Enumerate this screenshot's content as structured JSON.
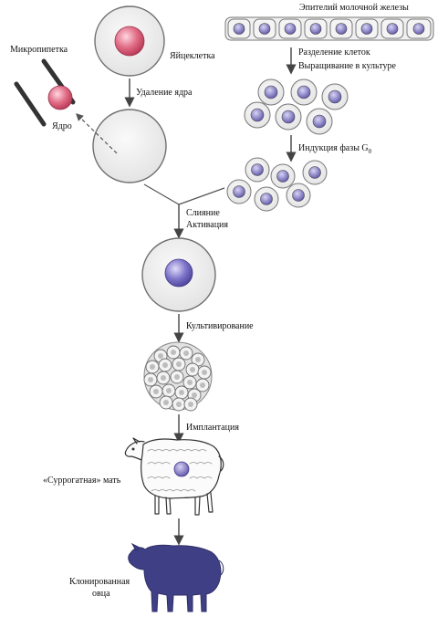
{
  "labels": {
    "epithelium": "Эпителий молочной железы",
    "micropipette": "Микропипетка",
    "egg_cell": "Яйцеклетка",
    "nucleus": "Ядро",
    "nucleus_removal": "Удаление ядра",
    "cell_separation": "Разделение клеток",
    "culture_growth": "Выращивание в культуре",
    "g0_induction": "Индукция фазы G",
    "g0_subscript": "0",
    "fusion": "Слияние",
    "activation": "Активация",
    "cultivation": "Культивирование",
    "implantation": "Имплантация",
    "surrogate_mother": "«Суррогатная» мать",
    "cloned_sheep_line1": "Клонированная",
    "cloned_sheep_line2": "овца"
  },
  "colors": {
    "nucleus_pink": "#d44a66",
    "nucleus_purple": "#6a62b8",
    "cell_fill": "#ececec",
    "cell_stroke": "#7a7a7a",
    "sheep_clone": "#3f3f86"
  }
}
